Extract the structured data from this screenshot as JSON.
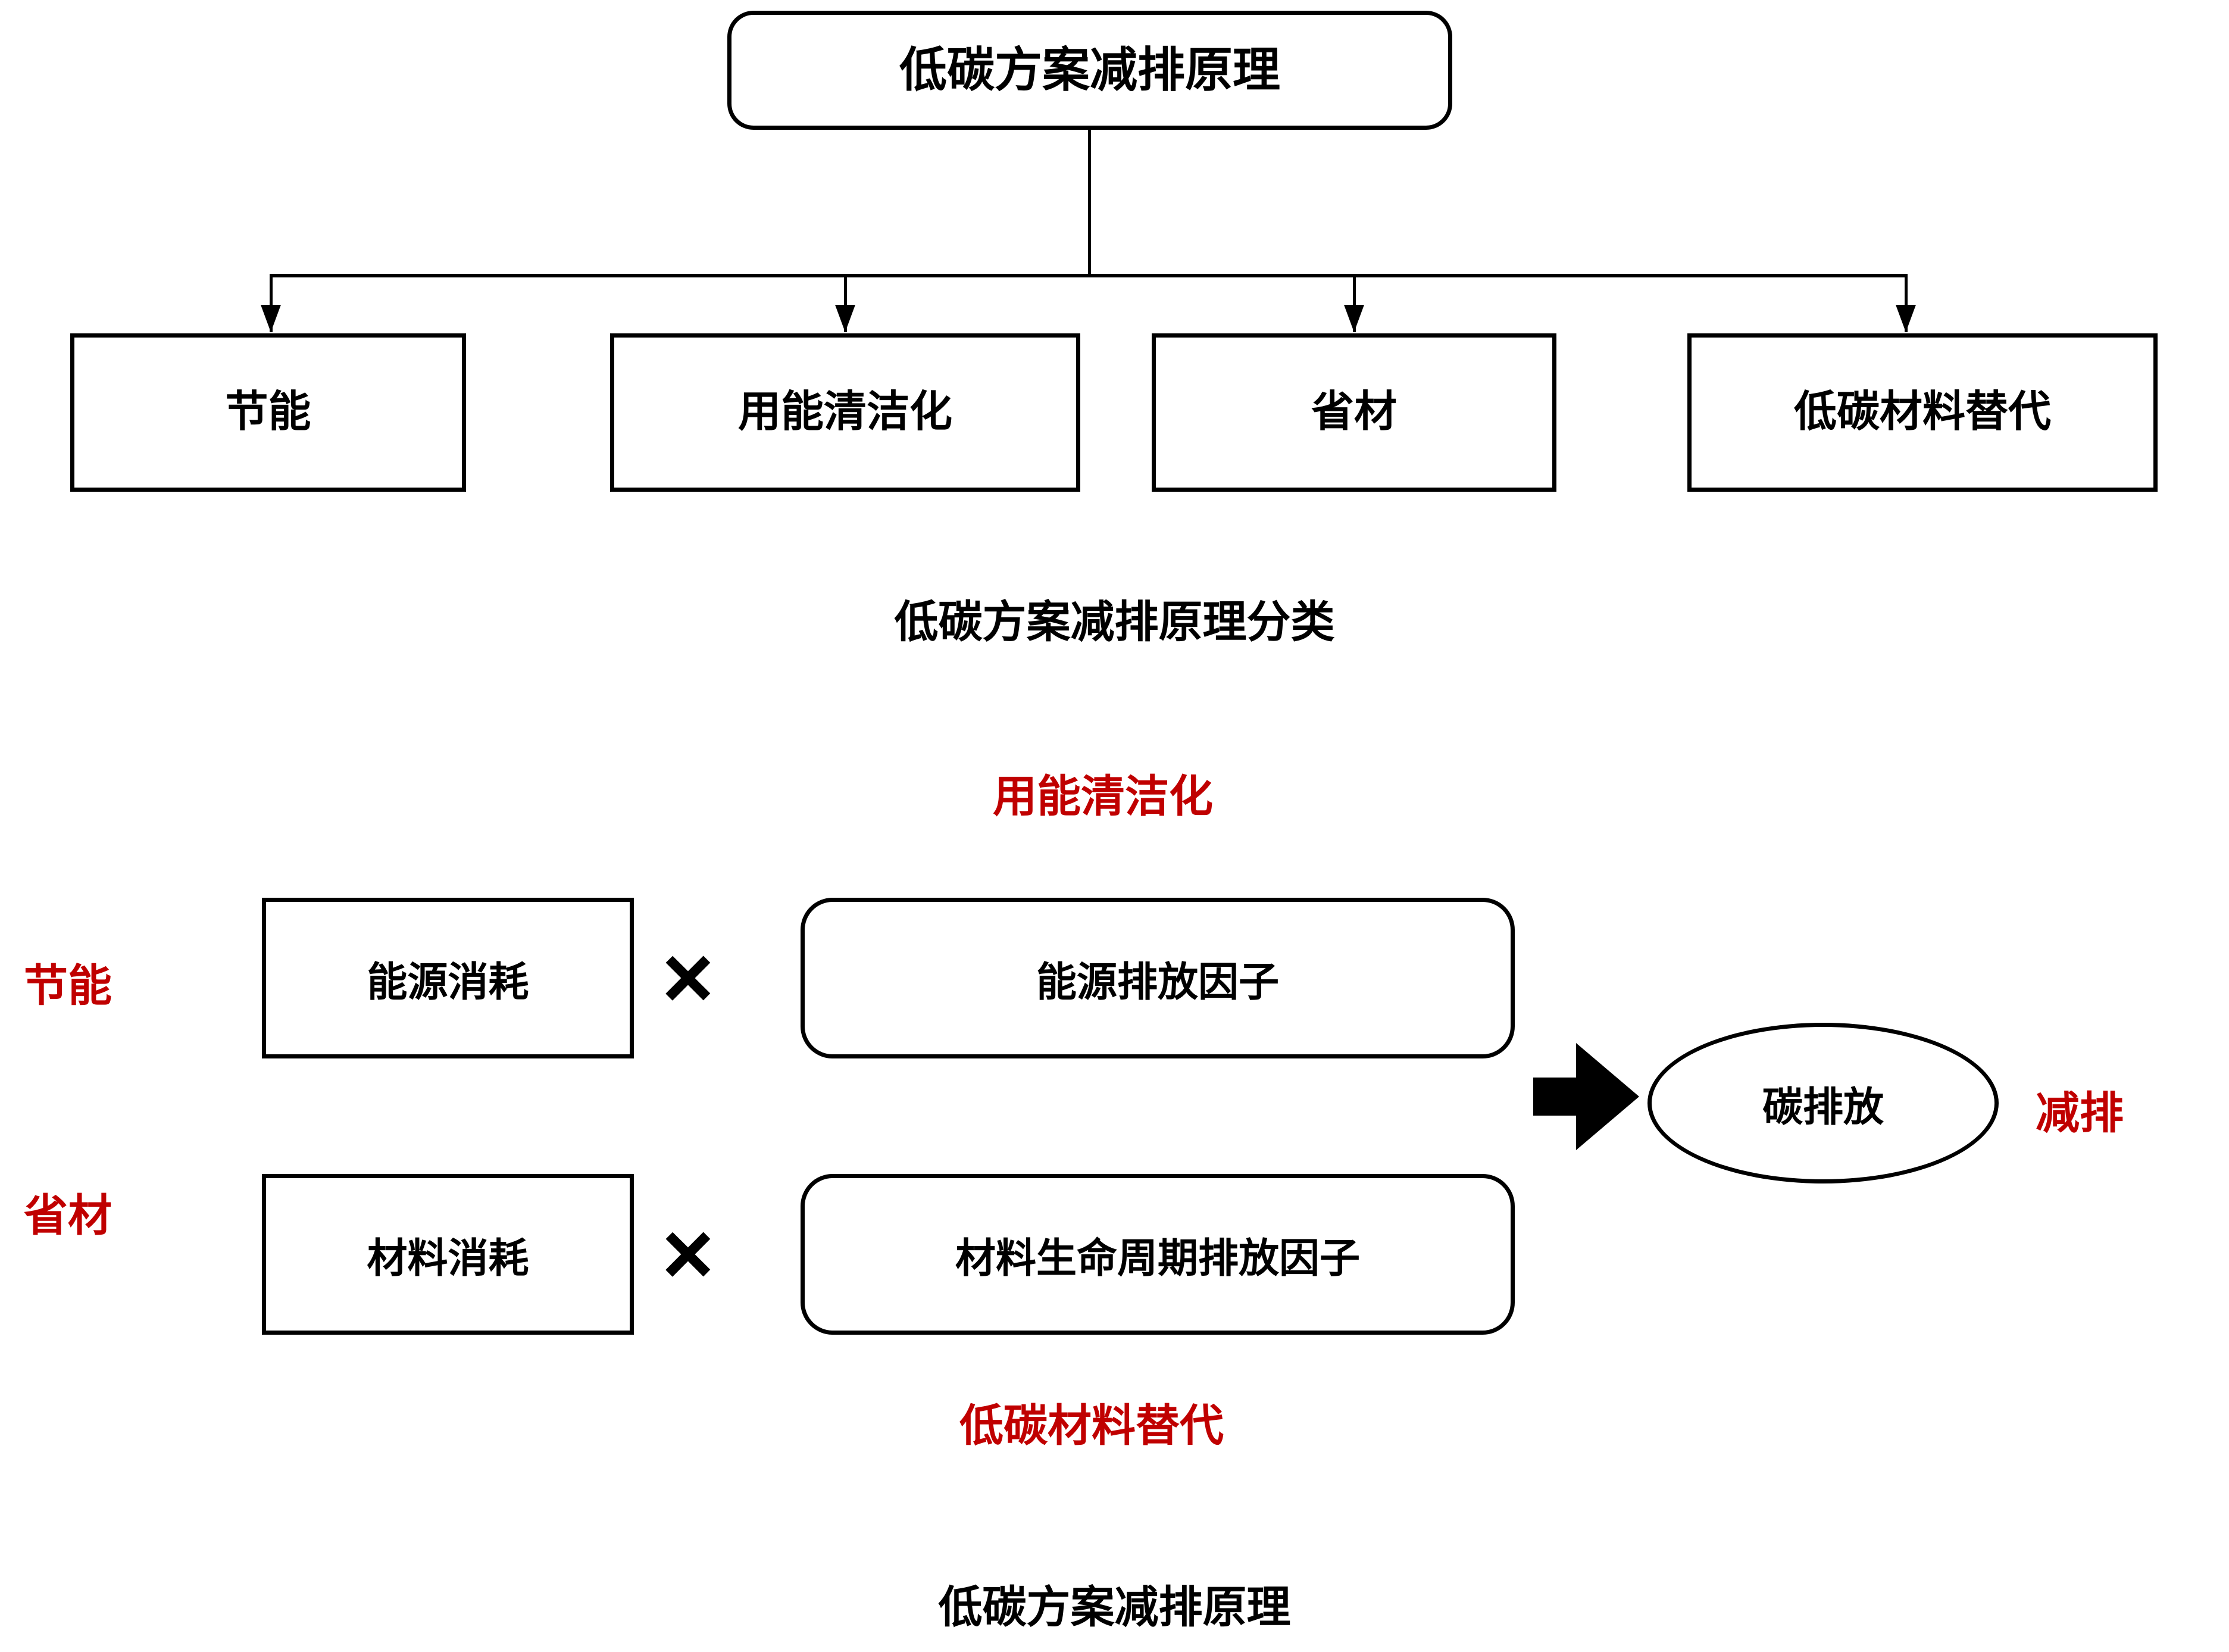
{
  "figure1": {
    "root": {
      "label": "低碳方案减排原理"
    },
    "leaves": [
      {
        "label": "节能"
      },
      {
        "label": "用能清洁化"
      },
      {
        "label": "省材"
      },
      {
        "label": "低碳材料替代"
      }
    ],
    "caption": "低碳方案减排原理分类"
  },
  "figure2": {
    "top_red_label": "用能清洁化",
    "bottom_red_label": "低碳材料替代",
    "rows": [
      {
        "side_label": "节能",
        "consumption_box": "能源消耗",
        "operator": "×",
        "factor_box": "能源排放因子"
      },
      {
        "side_label": "省材",
        "consumption_box": "材料消耗",
        "operator": "×",
        "factor_box": "材料生命周期排放因子"
      }
    ],
    "result_ellipse": "碳排放",
    "result_red_label": "减排",
    "caption": "低碳方案减排原理"
  },
  "colors": {
    "accent_red": "#C00000",
    "line_black": "#000000",
    "background": "#FFFFFF"
  }
}
